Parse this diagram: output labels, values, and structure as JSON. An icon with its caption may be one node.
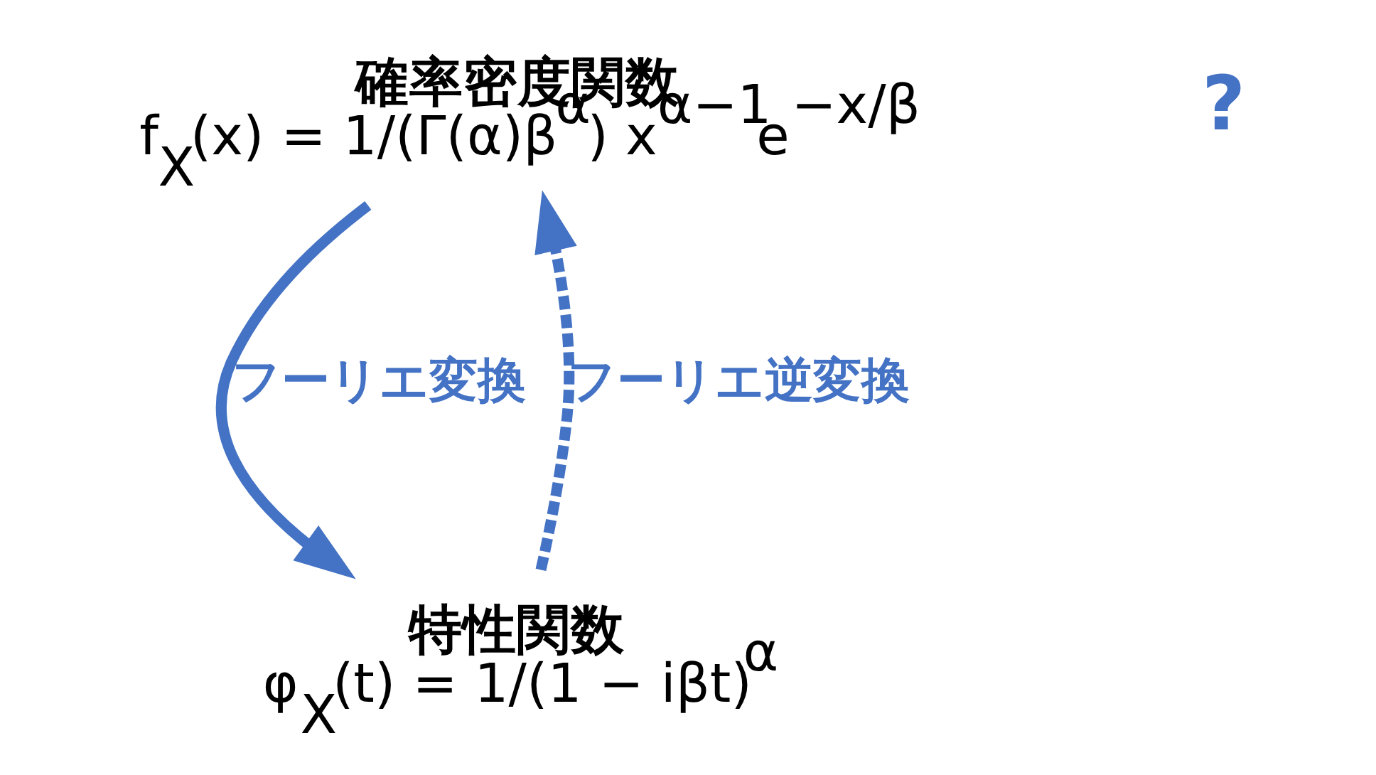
{
  "diagram": {
    "nodes": [
      {
        "text": [
          "確率密度関数",
          "f$_{X}$(x) = 1/(Γ(α)β$^{α}$) x$^{α−1}$e$^{−x/β}$"
        ]
      },
      {
        "text": [
          "特性関数",
          "φ$_{X}$(t) = 1/(1 − iβt)$^{α}$"
        ]
      }
    ],
    "edges": [
      {
        "from": 0,
        "to": 1,
        "arrow": "to",
        "label": "フーリエ変換"
      },
      {
        "from": 1,
        "to": 0,
        "arrow": "to",
        "label": "フーリエ逆変換",
        "style": "dashed"
      }
    ],
    "labels": [
      "?"
    ]
  }
}
